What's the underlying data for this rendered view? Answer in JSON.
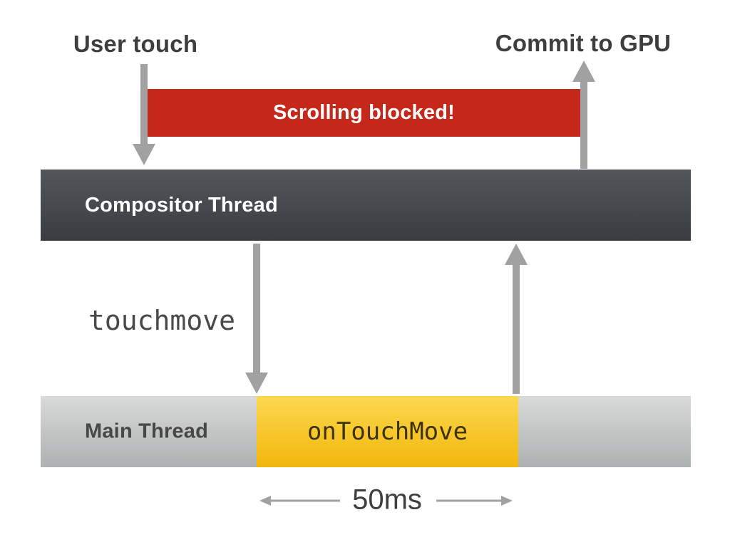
{
  "labels": {
    "user_touch": "User touch",
    "commit_to_gpu": "Commit to GPU",
    "scrolling_blocked": "Scrolling blocked!",
    "compositor_thread": "Compositor Thread",
    "touchmove": "touchmove",
    "main_thread": "Main Thread",
    "on_touch_move": "onTouchMove",
    "duration": "50ms"
  },
  "colors": {
    "background": "#ffffff",
    "text_dark": "#3e3e3e",
    "arrow_gray": "#a1a1a1",
    "blocked_red": "#c5281b",
    "blocked_text": "#ffffff",
    "compositor_top": "#53565b",
    "compositor_bottom": "#393c40",
    "compositor_text": "#ffffff",
    "main_top": "#d9dbdb",
    "main_bottom": "#aeb1b1",
    "main_text": "#474747",
    "busy_top": "#fcd850",
    "busy_bottom": "#f2b70b",
    "busy_text": "#3d3404"
  }
}
